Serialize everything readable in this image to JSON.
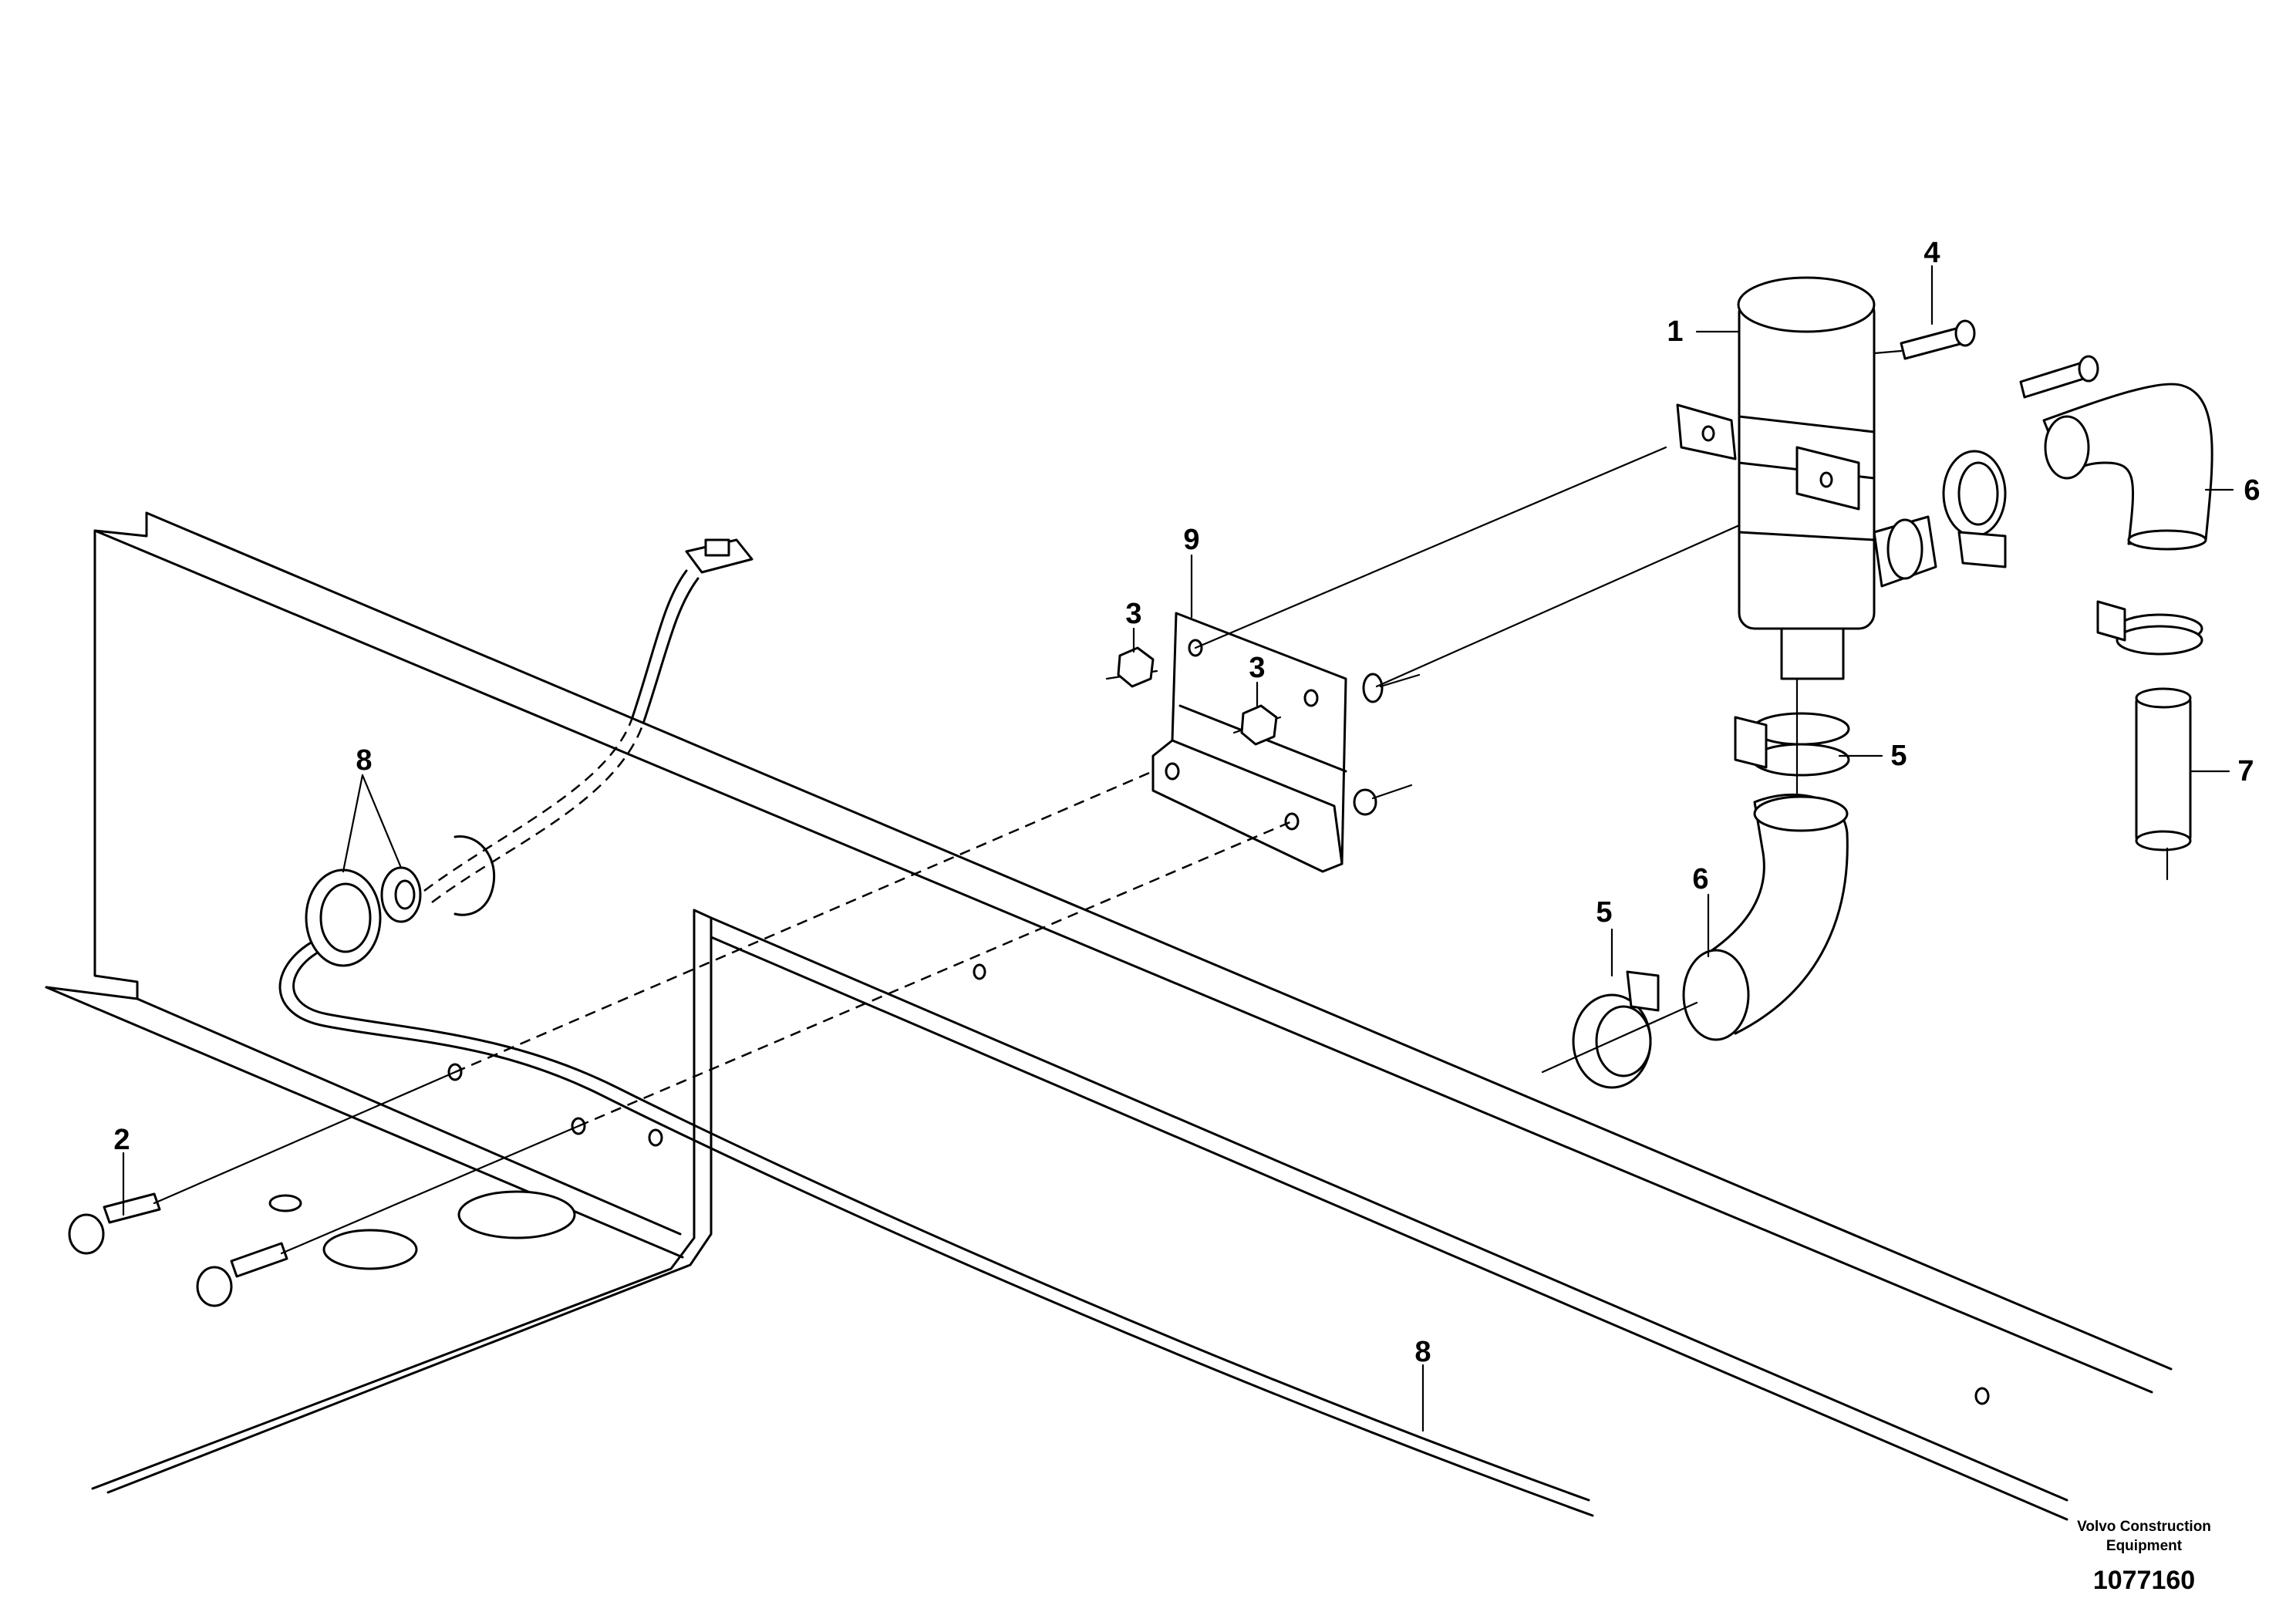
{
  "callouts": [
    {
      "id": "c1",
      "label": "1"
    },
    {
      "id": "c2",
      "label": "2"
    },
    {
      "id": "c3a",
      "label": "3"
    },
    {
      "id": "c3b",
      "label": "3"
    },
    {
      "id": "c4",
      "label": "4"
    },
    {
      "id": "c5a",
      "label": "5"
    },
    {
      "id": "c5b",
      "label": "5"
    },
    {
      "id": "c6a",
      "label": "6"
    },
    {
      "id": "c6b",
      "label": "6"
    },
    {
      "id": "c7",
      "label": "7"
    },
    {
      "id": "c8a",
      "label": "8"
    },
    {
      "id": "c8b",
      "label": "8"
    },
    {
      "id": "c9",
      "label": "9"
    }
  ],
  "footer": {
    "credit_line1": "Volvo Construction",
    "credit_line2": "Equipment",
    "reference_number": "1077160"
  }
}
